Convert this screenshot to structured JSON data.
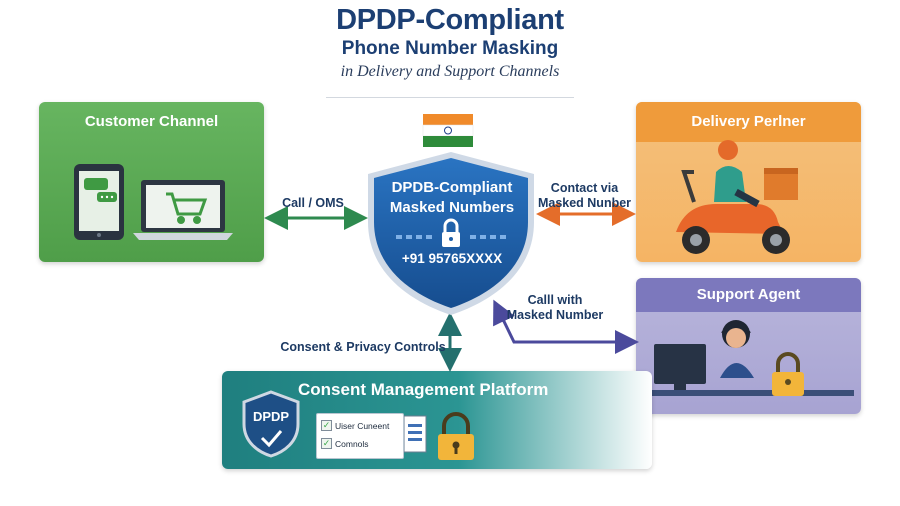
{
  "header": {
    "title": "DPDP-Compliant",
    "subtitle": "Phone Number Masking",
    "tagline": "in Delivery and Support Channels"
  },
  "panels": {
    "customer": {
      "title": "Customer Channel"
    },
    "delivery": {
      "title": "Delivery Perlner"
    },
    "support": {
      "title": "Support Agent"
    },
    "cmp": {
      "title": "Consent Management Platform"
    }
  },
  "shield": {
    "title_line1": "DPDB-Compliant",
    "title_line2": "Masked Numbers",
    "masked_number": "+91 95765XXXX"
  },
  "arrows": {
    "customer": "Call / OMS",
    "delivery_line1": "Contact via",
    "delivery_line2": "Masked Nunber",
    "support_line1": "Calll with",
    "support_line2": "Masked Number",
    "consent": "Consent & Privacy Controls"
  },
  "cmp": {
    "badge": "DPDP",
    "items": [
      "Uiser Cuneent",
      "Comnols"
    ]
  },
  "colors": {
    "title": "#1c3f73",
    "shield": "#1f5fa8",
    "customer_green": "#5aa852",
    "delivery_orange": "#ef9b3b",
    "support_purple": "#7c78bd",
    "cmp_teal": "#22807f",
    "arrow_green": "#2e8a4f",
    "arrow_orange": "#e46d2a",
    "arrow_purple": "#4b4a9c",
    "arrow_teal": "#24706e"
  },
  "icons": [
    "india-flag-icon",
    "smartphone-icon",
    "chat-bubble-icon",
    "laptop-icon",
    "shopping-cart-icon",
    "padlock-icon",
    "delivery-rider-icon",
    "support-agent-icon",
    "dpdp-shield-icon",
    "checkbox-icon",
    "document-icon"
  ]
}
